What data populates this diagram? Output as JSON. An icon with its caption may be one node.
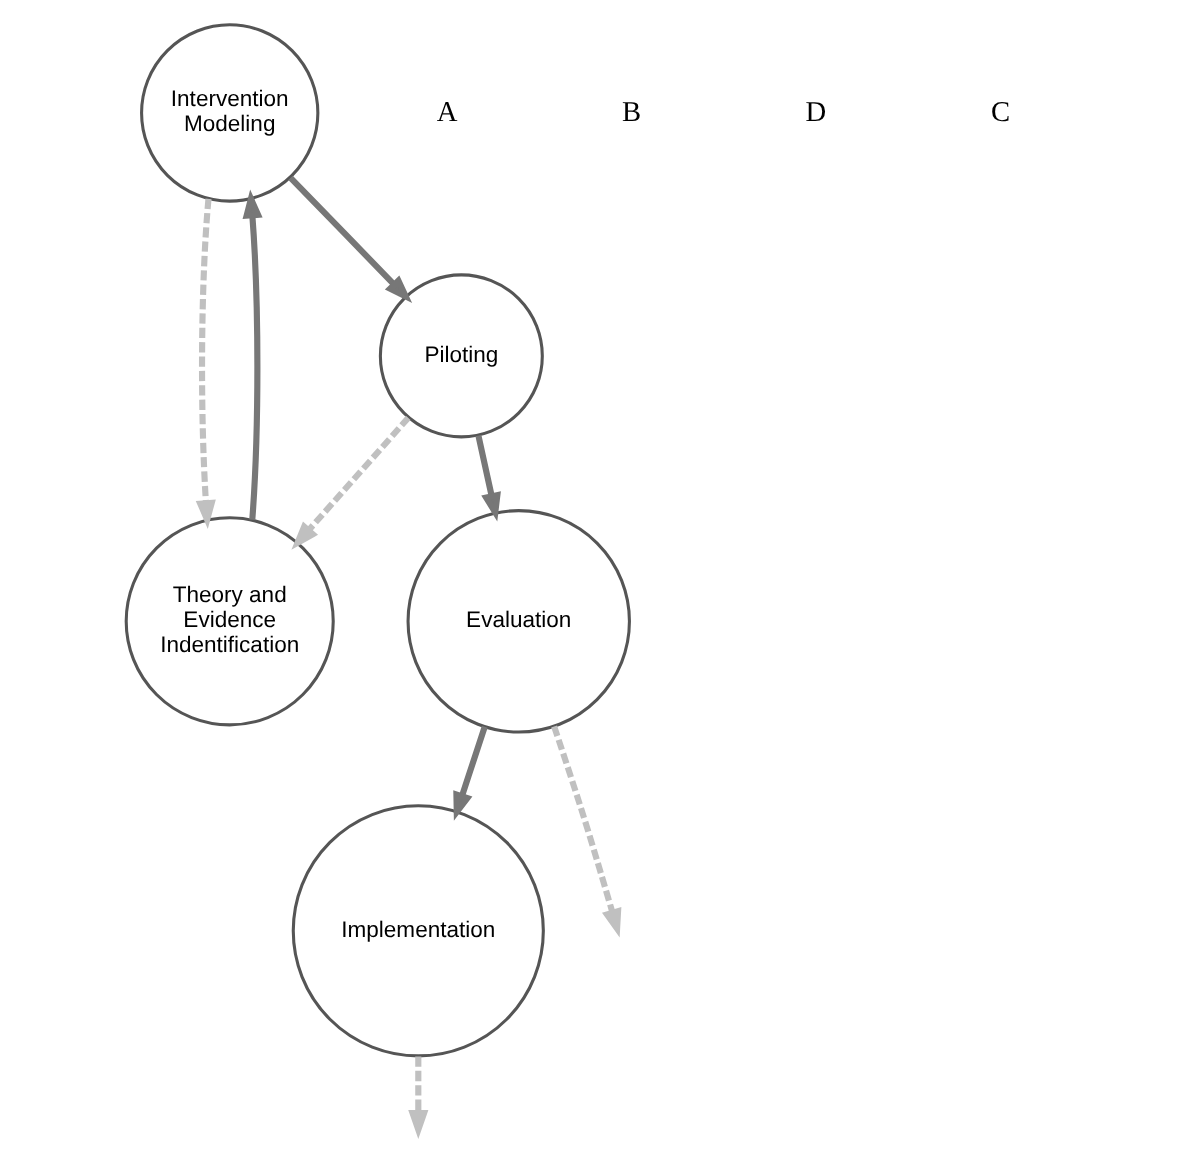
{
  "diagram": {
    "nodes": [
      {
        "text": [
          "Intervention Modeling"
        ]
      },
      {
        "text": [
          "Theory and Evidence Indentification"
        ]
      },
      {
        "text": [
          "Piloting"
        ]
      },
      {
        "text": [
          "Implementation"
        ]
      },
      {
        "text": [
          "Evaluation"
        ]
      }
    ],
    "edges": [
      {
        "from": 1,
        "to": 0,
        "arrow": "to"
      },
      {
        "from": 0,
        "to": 1,
        "arrow": "to",
        "style": "dashed",
        "color": "#c0c0c0"
      },
      {
        "from": 0,
        "to": 2,
        "arrow": "to"
      },
      {
        "from": 2,
        "to": 1,
        "arrow": "to",
        "style": "dashed",
        "color": "#c0c0c0"
      },
      {
        "from": 2,
        "to": 4,
        "arrow": "to"
      },
      {
        "from": 4,
        "to": null,
        "arrow": "to",
        "style": "dashed",
        "color": "#c0c0c0"
      },
      {
        "from": 4,
        "to": 3,
        "arrow": "to"
      },
      {
        "from": 3,
        "to": null,
        "arrow": "to",
        "style": "dashed",
        "color": "#c0c0c0"
      }
    ],
    "labels": [
      "A",
      "B",
      "D",
      "C"
    ]
  }
}
